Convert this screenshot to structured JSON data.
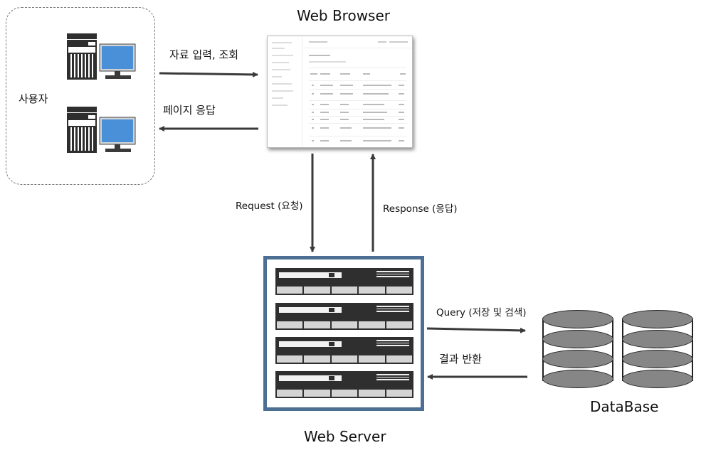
{
  "labels": {
    "user_group": "사용자",
    "web_browser": "Web Browser",
    "web_server": "Web Server",
    "database": "DataBase",
    "data_input": "자료 입력, 조회",
    "page_response": "페이지 응답",
    "request": "Request (요청)",
    "response": "Response  (응답)",
    "query": "Query (저장 및 검색)",
    "result_return": "결과 반환"
  },
  "colors": {
    "server_frame": "#4d6f94",
    "arrow": "#3a3a3a",
    "monitor_screen": "#4a90d9",
    "disk_fill": "#868686",
    "rack_unit": "#2f2f2f"
  },
  "icons": {
    "user_pc": "desktop-computer-icon",
    "server": "server-rack-icon",
    "database": "database-cylinder-icon"
  }
}
